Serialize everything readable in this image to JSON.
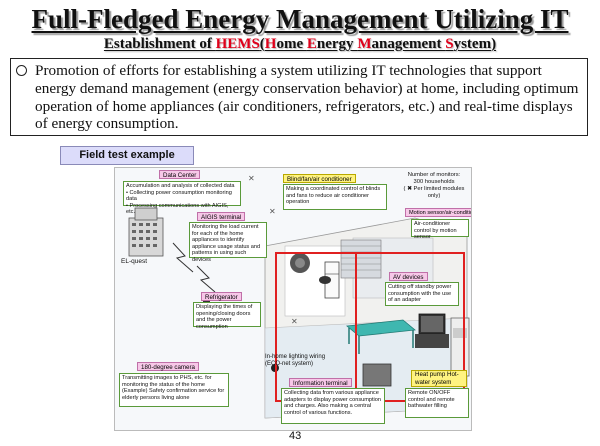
{
  "title": "Full-Fledged Energy Management Utilizing IT",
  "subtitle": {
    "prefix": "Establishment of ",
    "hems": "HEMS",
    "paren_open": "(",
    "h": "H",
    "h_rest": "ome ",
    "e": "E",
    "e_rest": "nergy ",
    "m": "M",
    "m_rest": "anagement ",
    "s": "S",
    "s_rest": "ystem",
    "paren_close": ")"
  },
  "intro": "Promotion of efforts for establishing a system utilizing IT technologies that support energy demand management (energy conservation behavior) at home, including optimum operation of home appliances (air conditioners, refrigerators, etc.) and real-time displays of energy consumption.",
  "field_label": "Field test example",
  "illustration": {
    "data_center": {
      "header": "Data Center",
      "lines": [
        "Accumulation and analysis of collected data",
        "• Collecting power consumption monitoring data",
        "• Processing communications with AIGIS, etc."
      ]
    },
    "el_quest": "EL-quest",
    "aigis": {
      "header": "AIGIS terminal",
      "text": "Monitoring the load current for each of the home appliances to identify appliance usage status and patterns in using such devices"
    },
    "refrigerator": {
      "header": "Refrigerator",
      "text": "Displaying the times of opening/closing doors and the power consumption"
    },
    "camera": {
      "header": "180-degree camera",
      "text": "Transmitting images to PHS, etc. for monitoring the status of the home (Example) Safety confirmation service for elderly persons living alone"
    },
    "blind": {
      "header": "Blind/fan/air conditioner",
      "text": "Making a coordinated control of blinds and fans to reduce air conditioner operation"
    },
    "monitors": {
      "lines": [
        "Number of monitors:",
        "300 households",
        "( ✖ Per limited modules only)"
      ]
    },
    "motion": {
      "header": "Motion sensor/air-conditioner",
      "text": "Air-conditioner control by motion sensor"
    },
    "av": {
      "header": "AV devices",
      "text": "Cutting off standby power consumption with the use of an adapter"
    },
    "lighting": {
      "lines": [
        "In-home lighting wiring",
        "(ECO-net system)"
      ]
    },
    "info_terminal": {
      "header": "Information terminal",
      "text": "Collecting data from various appliance adapters to display power consumption and charges. Also making a central control of various functions."
    },
    "heat_pump": {
      "header": "Heat pump Hot-water system",
      "text": "Remote ON/OFF control and remote bathwater filling"
    }
  },
  "page_number": "43",
  "colors": {
    "accent_red": "#e0001a",
    "label_bg": "#dcdcfa",
    "callout_border": "#5a9a3a",
    "header_pink": "#f7c8e8",
    "header_yellow": "#fff380",
    "wire_red": "#e02020"
  },
  "icons": [
    "circle-bullet-icon",
    "office-building-icon",
    "house-icon",
    "lightning-icon",
    "table-icon",
    "tv-icon",
    "refrigerator-icon",
    "water-heater-icon",
    "camera-icon",
    "phone-icon",
    "fan-icon"
  ]
}
